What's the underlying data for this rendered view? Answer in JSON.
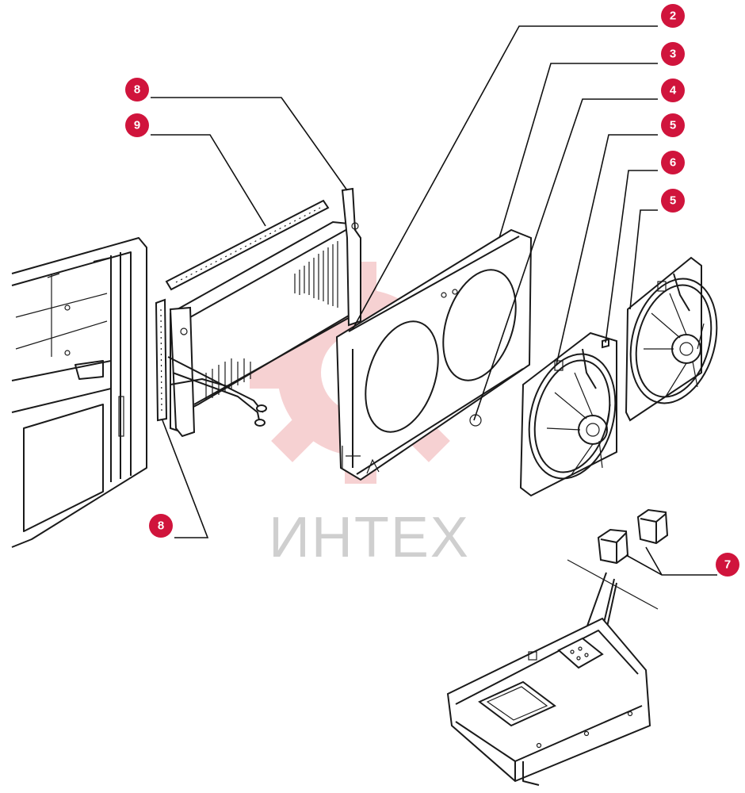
{
  "watermark": {
    "text": "ИНТЕХ",
    "gear_color": "#f4c2c4"
  },
  "accent_color": "#d0143c",
  "callouts": [
    {
      "id": "c2",
      "label": "2"
    },
    {
      "id": "c3",
      "label": "3"
    },
    {
      "id": "c4",
      "label": "4"
    },
    {
      "id": "c5a",
      "label": "5"
    },
    {
      "id": "c6",
      "label": "6"
    },
    {
      "id": "c5b",
      "label": "5"
    },
    {
      "id": "c8a",
      "label": "8"
    },
    {
      "id": "c9",
      "label": "9"
    },
    {
      "id": "c8b",
      "label": "8"
    },
    {
      "id": "c7",
      "label": "7"
    }
  ]
}
